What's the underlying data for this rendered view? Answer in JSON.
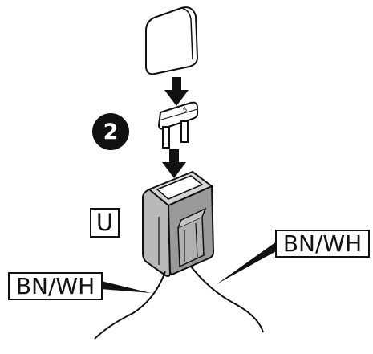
{
  "step": {
    "number": "2"
  },
  "socket": {
    "letter": "U"
  },
  "wires": {
    "right_label": "BN/WH",
    "left_label": "BN/WH"
  },
  "fuse": {
    "rating_text": "5"
  },
  "colors": {
    "outline": "#111111",
    "socket_fill": "#b9b9b9",
    "socket_shade": "#9a9a9a",
    "cap_fill": "#ffffff",
    "arrow": "#111111"
  }
}
